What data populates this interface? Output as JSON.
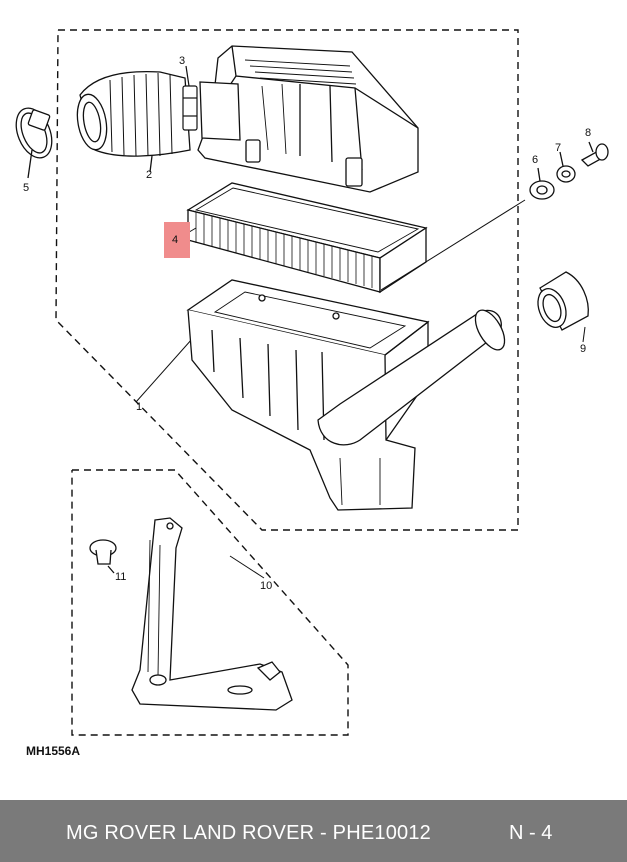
{
  "diagram": {
    "callouts": [
      "1",
      "2",
      "3",
      "4",
      "5",
      "6",
      "7",
      "8",
      "9",
      "10",
      "11"
    ],
    "highlight_color": "#f08c8c",
    "highlighted_callout": "4",
    "reference_code": "MH1556A"
  },
  "footer": {
    "title": "MG ROVER LAND ROVER - PHE10012",
    "index": "N - 4",
    "background": "#7a7a7a"
  }
}
